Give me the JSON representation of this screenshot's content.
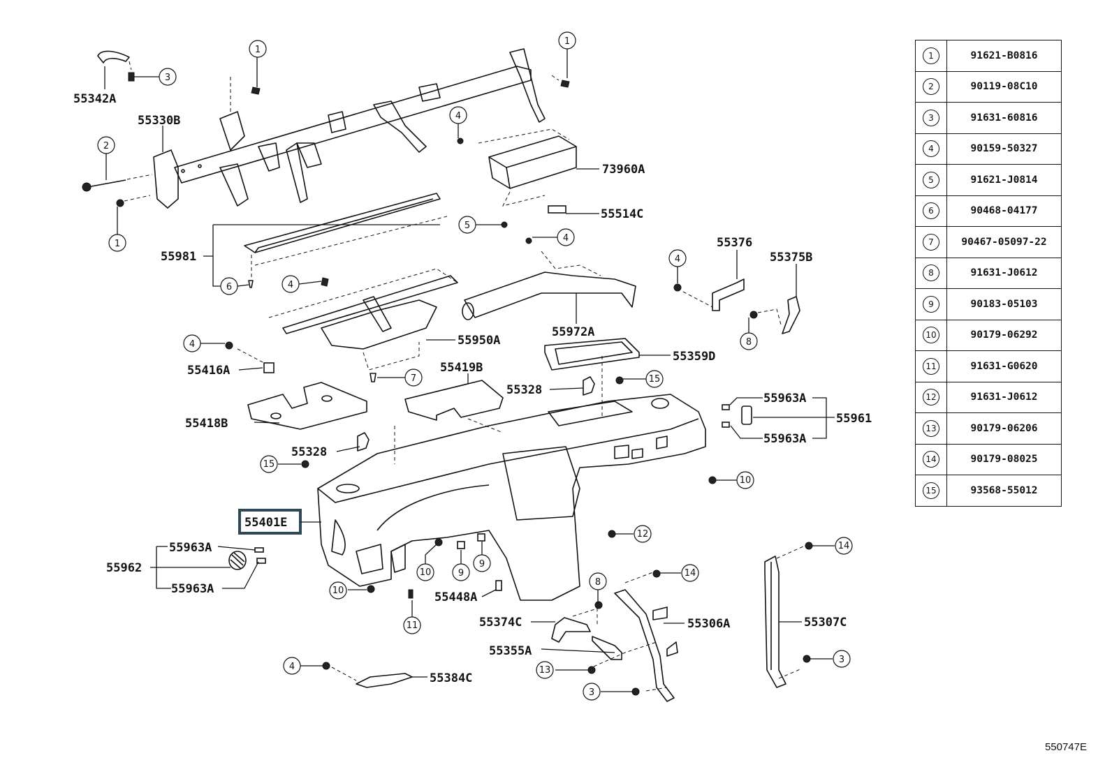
{
  "diagram_id": "550747E",
  "highlighted_part": "55401E",
  "part_labels": {
    "p55342A": "55342A",
    "p55330B": "55330B",
    "p73960A": "73960A",
    "p55514C": "55514C",
    "p55981": "55981",
    "p55376": "55376",
    "p55375B": "55375B",
    "p55950A": "55950A",
    "p55972A": "55972A",
    "p55416A": "55416A",
    "p55359D": "55359D",
    "p55419B": "55419B",
    "p55328a": "55328",
    "p55328b": "55328",
    "p55418B": "55418B",
    "p55963A_r1": "55963A",
    "p55963A_r2": "55963A",
    "p55961": "55961",
    "p55401E": "55401E",
    "p55963A_l1": "55963A",
    "p55963A_l2": "55963A",
    "p55962": "55962",
    "p55448A": "55448A",
    "p55374C": "55374C",
    "p55306A": "55306A",
    "p55307C": "55307C",
    "p55355A": "55355A",
    "p55384C": "55384C"
  },
  "callouts": {
    "c1a": "1",
    "c1b": "1",
    "c1c": "1",
    "c2": "2",
    "c3a": "3",
    "c3b": "3",
    "c3c": "3",
    "c4a": "4",
    "c4b": "4",
    "c4c": "4",
    "c4d": "4",
    "c4e": "4",
    "c4f": "4",
    "c5": "5",
    "c6": "6",
    "c7": "7",
    "c8a": "8",
    "c8b": "8",
    "c9a": "9",
    "c9b": "9",
    "c10a": "10",
    "c10b": "10",
    "c10c": "10",
    "c11": "11",
    "c12": "12",
    "c13": "13",
    "c14a": "14",
    "c14b": "14",
    "c15a": "15",
    "c15b": "15"
  },
  "legend": [
    {
      "num": "1",
      "part": "91621-B0816"
    },
    {
      "num": "2",
      "part": "90119-08C10"
    },
    {
      "num": "3",
      "part": "91631-60816"
    },
    {
      "num": "4",
      "part": "90159-50327"
    },
    {
      "num": "5",
      "part": "91621-J0814"
    },
    {
      "num": "6",
      "part": "90468-04177"
    },
    {
      "num": "7",
      "part": "90467-05097-22"
    },
    {
      "num": "8",
      "part": "91631-J0612"
    },
    {
      "num": "9",
      "part": "90183-05103"
    },
    {
      "num": "10",
      "part": "90179-06292"
    },
    {
      "num": "11",
      "part": "91631-G0620"
    },
    {
      "num": "12",
      "part": "91631-J0612"
    },
    {
      "num": "13",
      "part": "90179-06206"
    },
    {
      "num": "14",
      "part": "90179-08025"
    },
    {
      "num": "15",
      "part": "93568-55012"
    }
  ]
}
